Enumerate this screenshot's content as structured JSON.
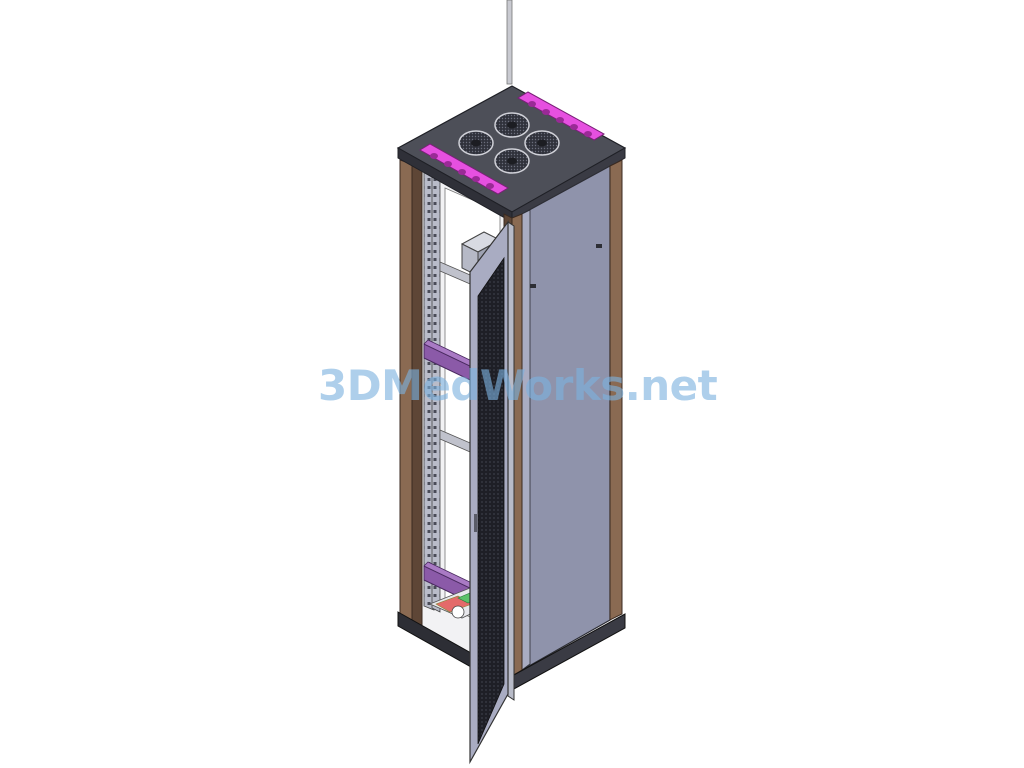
{
  "scene": {
    "subject": "server-rack-cabinet",
    "view": "isometric",
    "door_state": "open"
  },
  "watermark": {
    "text": "3DMedWorks.net"
  },
  "colors": {
    "background": "#ffffff",
    "panel": "#8f93ab",
    "panel_light": "#a9acc2",
    "top_plate": "#4d4f58",
    "frame": "#8a6a52",
    "frame_dark": "#5e4636",
    "cable_manager": "#e650e0",
    "purple_rail": "#8b5aa8",
    "door_mesh": "#1e1f26",
    "base": "#2d2e35",
    "floor_red": "#e46a6a",
    "floor_green": "#5cc26a",
    "watermark": "#7db2de"
  },
  "components": {
    "fan_count": 4,
    "cable_manager_count": 2,
    "door_count": 1
  }
}
